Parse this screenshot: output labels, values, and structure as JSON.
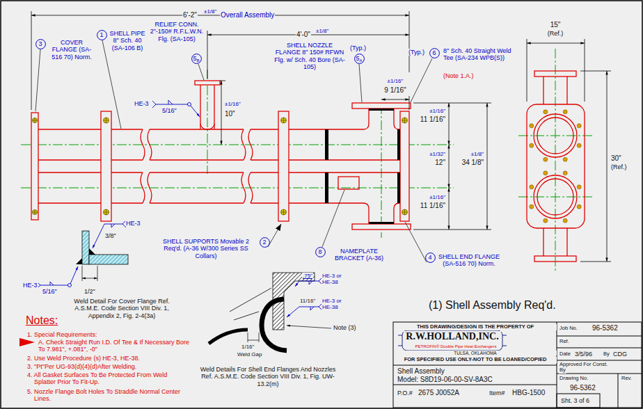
{
  "diagram": {
    "nodes": [
      {
        "text": [
          "3"
        ]
      },
      {
        "text": [
          "1"
        ]
      },
      {
        "text": [
          "5",
          "B"
        ]
      },
      {
        "text": [
          "5",
          "A"
        ]
      },
      {
        "text": [
          "6"
        ]
      },
      {
        "text": [
          "2"
        ]
      },
      {
        "text": [
          "8"
        ]
      },
      {
        "text": [
          "4"
        ]
      }
    ],
    "labels": [
      "6'-2\"",
      "±1/8\"",
      "Overall Assembly",
      "4'-0\"",
      "±1/8\"",
      "COVER FLANGE (SA-516 70) Norm.",
      "SHELL PIPE 8\" Sch. 40 (SA-106 B)",
      "RELIEF CONN. 2\"-150# R.F.L.W.N. Flg. (SA-105)",
      "HE-3",
      "5/16\"",
      "10\"",
      "±1/16\"",
      "SHELL NOZZLE FLANGE 8\" 150# RFWN Flg. w/ Sch. 40 Bore (SA-105)",
      "(Typ.)",
      "(Typ.)",
      "8\" Sch. 40 Straight Weld Tee (SA-234 WPB(S))",
      "(Note 1.A.)",
      "±1/16\"",
      "9 1/16\"",
      "15\"",
      "(Ref.)",
      "±1/16\"",
      "11 1/16\"",
      "±1/32\"",
      "12\"",
      "±1/8\"",
      "34 1/8\"",
      "±1/16\"",
      "11 1/16\"",
      "30\"",
      "(Ref.)",
      "SHELL SUPPORTS Movable 2 Req'd. (A-36 W/300 Series SS Collars)",
      "NAMEPLATE BRACKET (A-36)",
      "SHELL END FLANGE (SA-516 70) Norm.",
      "3/8\"",
      "HE-3",
      "HE-3",
      "5/16\"",
      "1/2\"",
      "Weld Detail For Cover Flange Ref. A.S.M.E. Code Section VIII Div. 1, Appendix 2, Fig. 2-4(3a)",
      "HE-3 or HE-38",
      ".75\"",
      "HE-3 or HE-38",
      "11/16\"",
      "1/16\"",
      "Weld Gap",
      "Note (3)",
      "Weld Details For Shell End Flanges And Nozzles Ref. A.S.M.E. Code Section VIII Div. 1, Fig. UW-13.2(m)",
      "(1) Shell Assembly Req'd.",
      "Notes:",
      "1. Special Requirements:",
      "A. Check Straight Run I.D. Of Tee & If Necessary Bore To 7.981\", +.081\", -0\"",
      "2. Use Weld Procedure (s) HE-3, HE-38.",
      "3. \"Pt\"Per UG-93(d)(4)(d)After Welding.",
      "4. All Gasket Surfaces To Be Protected From Weld Splatter Prior To Fit-Up.",
      "5. Nozzle Flange Bolt Holes To Straddle Normal Center Lines.",
      "THIS DRAWING/DESIGN IS THE PROPERTY OF",
      "R.W.HOLLAND,INC.",
      "PETROFIN® Double Pipe Heat Exchangers",
      "TULSA, OKLAHOMA",
      "FOR SPECIFIED USE ONLY-NOT TO BE LOANED/COPIED",
      "Shell Assembly",
      "Model: S8D19-06-00-SV-8A3C",
      "P.O.#",
      "2675 J0052A",
      "Item#",
      "HBG-1500",
      "Job No.",
      "96-5362",
      "Ref.",
      "Date",
      "3/5/96",
      "By",
      "CDG",
      "Approved For Const.",
      "By",
      "Drawing No.",
      "Rev.",
      "96-5362",
      "Sht. 3 of 6"
    ]
  }
}
